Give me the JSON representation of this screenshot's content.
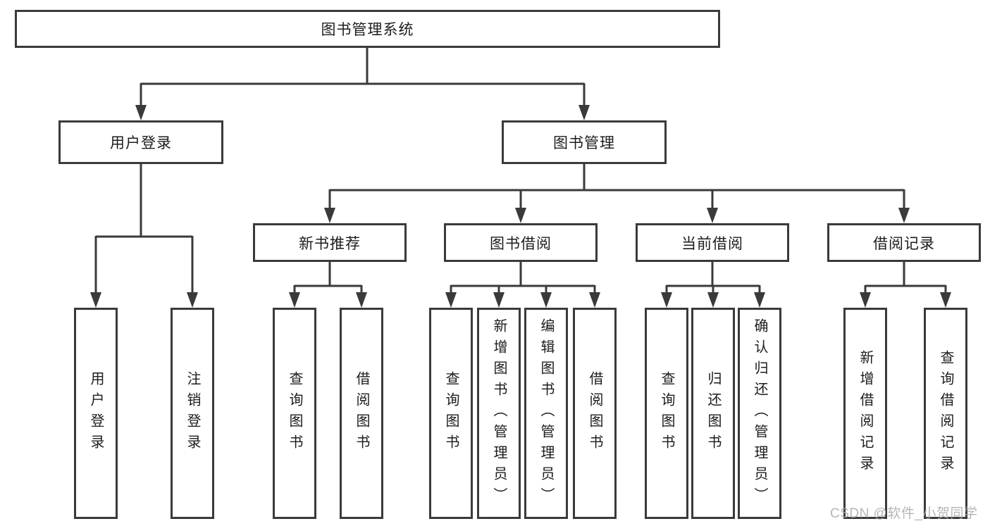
{
  "diagram": {
    "root": {
      "label": "图书管理系统"
    },
    "level1": [
      {
        "label": "用户登录"
      },
      {
        "label": "图书管理"
      }
    ],
    "level2": [
      {
        "label": "新书推荐"
      },
      {
        "label": "图书借阅"
      },
      {
        "label": "当前借阅"
      },
      {
        "label": "借阅记录"
      }
    ],
    "leaves": {
      "user_login": [
        {
          "label": "用户登录"
        },
        {
          "label": "注销登录"
        }
      ],
      "new_book": [
        {
          "label": "查询图书"
        },
        {
          "label": "借阅图书"
        }
      ],
      "book_borrow": [
        {
          "label": "查询图书"
        },
        {
          "label": "新增图书（管理员）"
        },
        {
          "label": "编辑图书（管理员）"
        },
        {
          "label": "借阅图书"
        }
      ],
      "current_borrow": [
        {
          "label": "查询图书"
        },
        {
          "label": "归还图书"
        },
        {
          "label": "确认归还（管理员）"
        }
      ],
      "borrow_records": [
        {
          "label": "新增借阅记录"
        },
        {
          "label": "查询借阅记录"
        }
      ]
    },
    "watermark": "CSDN @软件_小贺同学",
    "colors": {
      "line": "#3a3a3a",
      "text": "#1c1c1c",
      "watermark": "#a8a8a8",
      "background": "#ffffff"
    }
  }
}
